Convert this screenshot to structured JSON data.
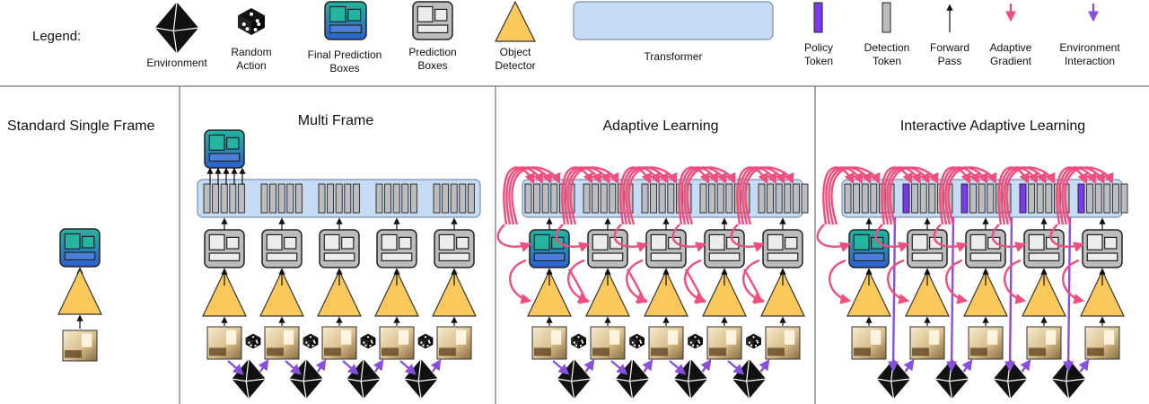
{
  "legend": {
    "title": "Legend:",
    "environment": "Environment",
    "random_action": [
      "Random",
      "Action"
    ],
    "final_prediction_boxes": [
      "Final Prediction",
      "Boxes"
    ],
    "prediction_boxes": [
      "Prediction",
      "Boxes"
    ],
    "object_detector": [
      "Object",
      "Detector"
    ],
    "transformer": "Transformer",
    "policy_token": [
      "Policy",
      "Token"
    ],
    "detection_token": [
      "Detection",
      "Token"
    ],
    "forward_pass": [
      "Forward",
      "Pass"
    ],
    "adaptive_gradient": [
      "Adaptive",
      "Gradient"
    ],
    "environment_interaction": [
      "Environment",
      "Interaction"
    ]
  },
  "panels": {
    "standard": "Standard Single Frame",
    "multi": "Multi Frame",
    "adaptive": "Adaptive Learning",
    "interactive": "Interactive Adaptive Learning"
  },
  "colors": {
    "transformer_fill": "#c6dcf6",
    "token_fill": "#bdbdbd",
    "policy_token": "#7c3aed",
    "detector_fill": "#fbc95b",
    "final_box_top": "#23b59f",
    "final_box_bottom": "#2b5fd1",
    "adaptive_gradient": "#f04e7c",
    "environment_interaction": "#8b4fe0",
    "box_inner": "#4a80da"
  }
}
